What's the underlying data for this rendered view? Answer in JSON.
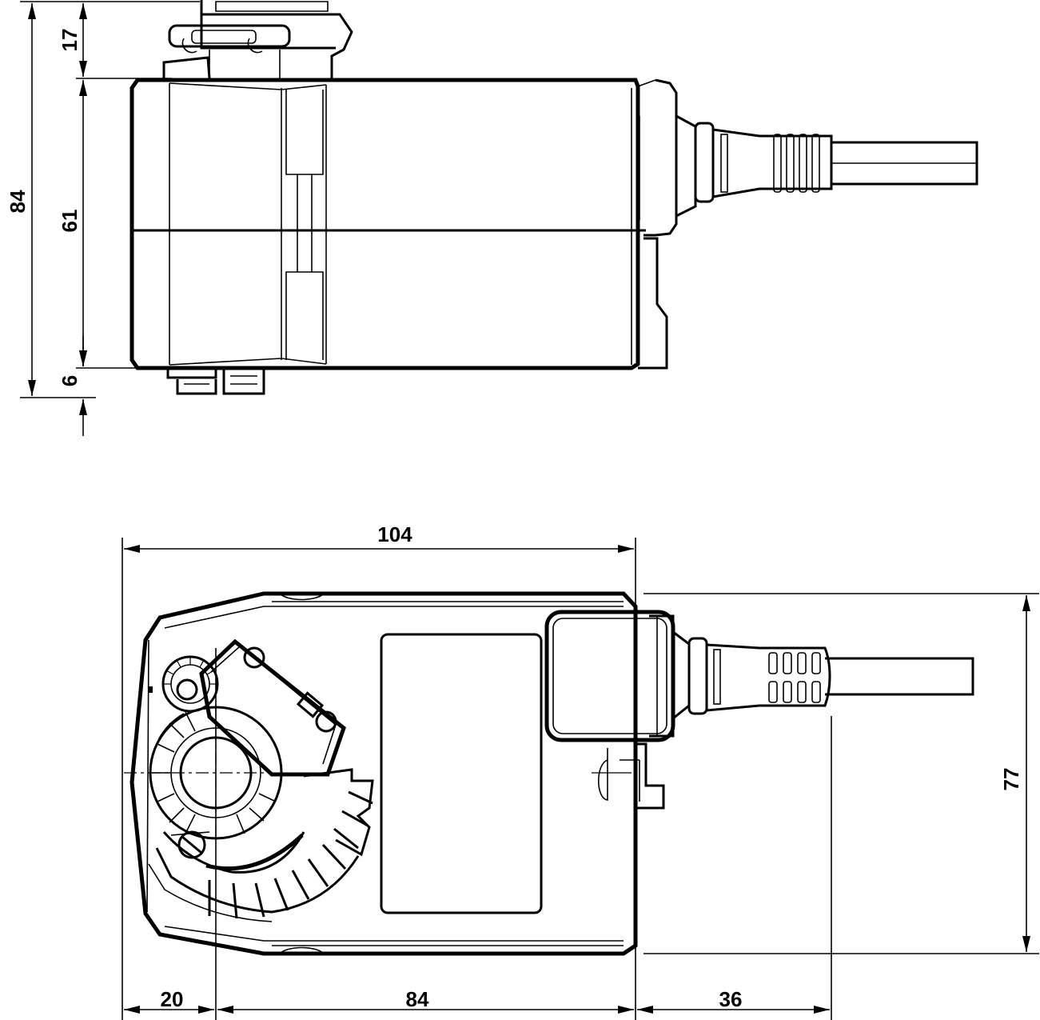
{
  "top_view": {
    "dims": {
      "total_height": "84",
      "connector_height": "17",
      "body_height": "61",
      "base_height": "6"
    }
  },
  "side_view": {
    "dims": {
      "total_length": "104",
      "body_height": "77",
      "shaft_offset": "20",
      "body_length": "84",
      "cable_gland": "36"
    }
  },
  "colors": {
    "line": "#000000",
    "background": "#ffffff"
  }
}
